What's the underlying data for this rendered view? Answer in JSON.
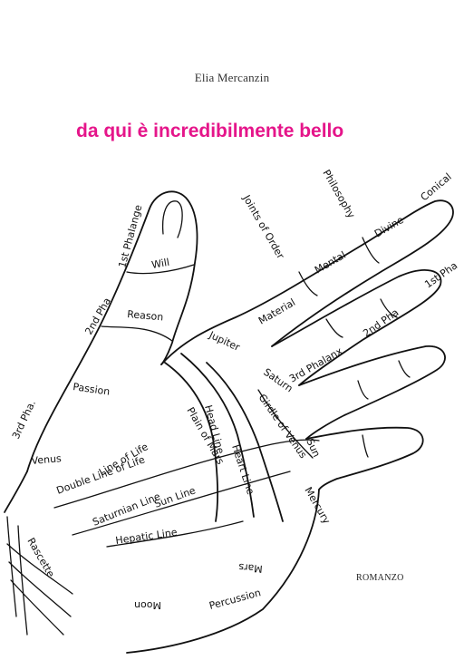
{
  "author": "Elia Mercanzin",
  "title": "da qui è incredibilmente bello",
  "series": "ROMANZO",
  "colors": {
    "title": "#e5158a",
    "ink": "#111111",
    "background": "#ffffff"
  },
  "palm_labels": {
    "philosophy": "Philosophy",
    "conical": "Conical",
    "joints_of_order": "Joints of Order",
    "divine": "Divine",
    "mental": "Mental",
    "material": "Material",
    "first_phalanx_finger": "1st Pha",
    "second_pha_finger": "2nd Pha",
    "third_phalanx": "3rd Phalanx",
    "first_phalange": "1st Phalange",
    "will": "Will",
    "second_pha_thumb": "2nd Pha",
    "reason": "Reason",
    "jupiter": "Jupiter",
    "saturn": "Saturn",
    "girdle_of_venus": "Girdle of Venus",
    "sun": "Sun",
    "mercury": "Mercury",
    "passion": "Passion",
    "third_pha": "3rd Pha.",
    "venus": "Venus",
    "double_line_of_life": "Double Line of Life",
    "line_of_life": "Line of Life",
    "plain_of_mars": "Plain of Mars",
    "head_line": "Head Line",
    "heart_line": "Heart Line",
    "saturnian_line": "Saturnian Line",
    "sun_line": "Sun Line",
    "hepatic_line": "Hepatic Line",
    "mars": "Mars",
    "rascette": "Rascette",
    "moon": "Moon",
    "percussion": "Percussion"
  }
}
